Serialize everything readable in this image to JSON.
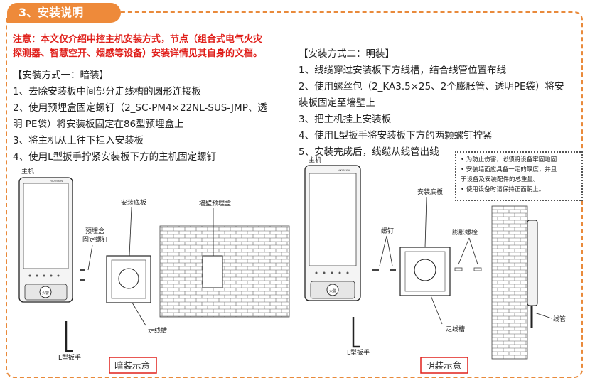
{
  "section": {
    "title": "3、安装说明"
  },
  "note": {
    "line1": "注意：本文仅介绍中控主机安装方式，节点（组合式电气火灾",
    "line2": "探测器、智慧空开、烟感等设备）安装详情见其自身的文档。"
  },
  "method1": {
    "title": "【安装方式一：暗装】",
    "steps": [
      "1、去除安装板中间部分走线槽的圆形连接板",
      "2、使用预埋盒固定螺钉（2_SC-PM4×22NL-SUS-JMP、透",
      "明 PE袋）将安装板固定在86型预埋盒上",
      "3、将主机从上往下挂入安装板",
      "4、使用L型扳手拧紧安装板下方的主机固定螺钉"
    ]
  },
  "method2": {
    "title": "【安装方式二：明装】",
    "steps": [
      "1、线缆穿过安装板下方线槽，结合线管位置布线",
      "2、使用螺丝包（2_KA3.5×25、2个膨胀管、透明PE袋）将安",
      "装板固定至墙壁上",
      "3、把主机挂上安装板",
      "4、使用L型扳手将安装板下方的两颗螺钉拧紧",
      "5、安装完成后，线缆从线管出线"
    ]
  },
  "tips": [
    "• 为防止伤害，必须将设备牢固地固",
    "• 安装墙面应具备一定的厚度，并且",
    "于设备及安装配件的总重量。",
    "• 使用设备时请保持正面朝上。"
  ],
  "diagram1": {
    "host": "主机",
    "box_screw_1": "预埋盒",
    "box_screw_2": "固定螺钉",
    "plate": "安装底板",
    "wall_box": "墙壁预埋盒",
    "channel": "走线槽",
    "wrench": "L型扳手",
    "caption": "暗装示意",
    "brand": "HIKVISION",
    "button": "火警"
  },
  "diagram2": {
    "host": "主机",
    "screw": "螺钉",
    "plate": "安装底板",
    "anchor": "膨胀螺栓",
    "channel": "走线槽",
    "wrench": "L型扳手",
    "conduit": "线管",
    "caption": "明装示意",
    "brand": "HIKVISION",
    "button": "火警"
  }
}
